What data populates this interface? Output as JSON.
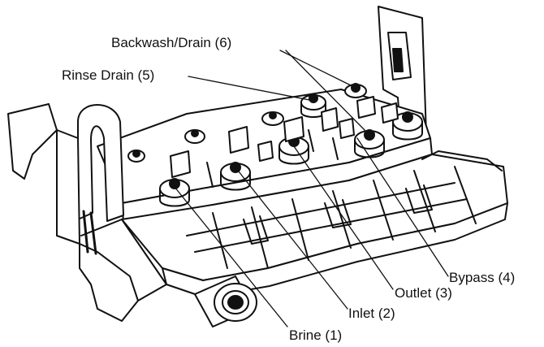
{
  "labels": {
    "backwash_drain": "Backwash/Drain (6)",
    "rinse_drain": "Rinse Drain (5)",
    "bypass": "Bypass (4)",
    "outlet": "Outlet (3)",
    "inlet": "Inlet (2)",
    "brine": "Brine (1)"
  },
  "colors": {
    "ink": "#111111",
    "background": "#ffffff"
  }
}
